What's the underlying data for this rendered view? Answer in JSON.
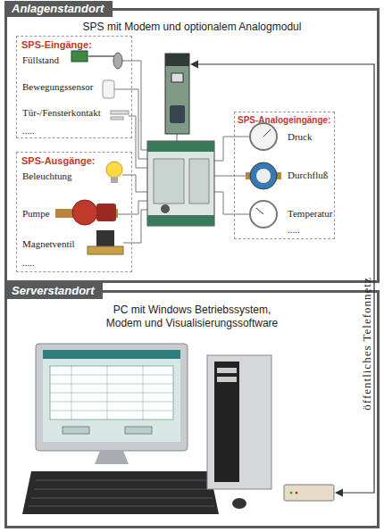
{
  "diagram": {
    "nodes": [
      {
        "text": [
          "Anlagenstandort",
          "SPS mit Modem und optionalem Analogmodul"
        ]
      },
      {
        "text": [
          "SPS-Eingänge:",
          "Füllstand",
          "Bewegungssensor",
          "Tür-/Fensterkontakt",
          "....."
        ],
        "in": 0
      },
      {
        "text": [
          "SPS-Ausgänge:",
          "Beleuchtung",
          "Pumpe",
          "Magnetventil",
          "....."
        ],
        "in": 0
      },
      {
        "text": [
          "SPS-Analogeingänge:",
          "Druck",
          "Durchfluß",
          "Temperatur",
          "....."
        ],
        "in": 0
      },
      {
        "text": [
          "Serverstandort",
          "PC mit Windows Betriebssystem, Modem und Visualisierungssoftware"
        ]
      }
    ],
    "labels": [
      "öffentliches Telefonnetz"
    ]
  }
}
